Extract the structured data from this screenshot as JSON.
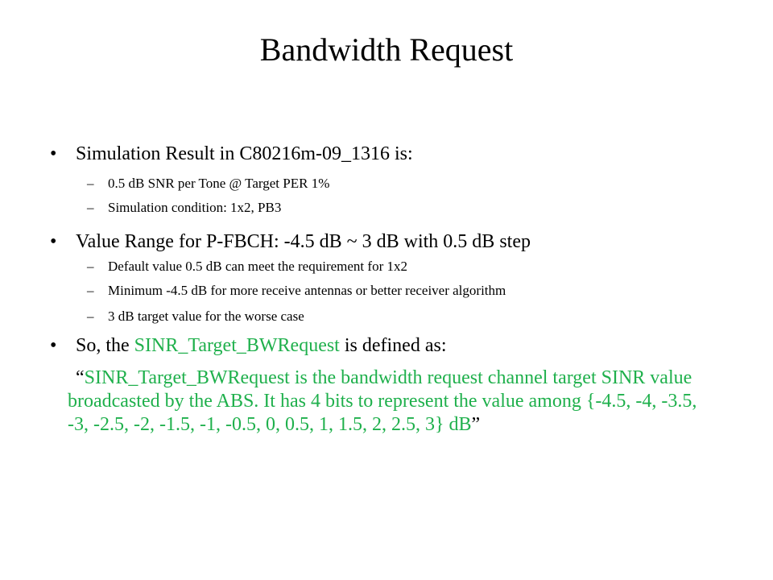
{
  "title": "Bandwidth Request",
  "bullets": [
    {
      "text": "Simulation Result in C80216m-09_1316 is:",
      "subs": [
        "0.5 dB SNR per Tone @ Target PER 1%",
        "Simulation condition: 1x2, PB3"
      ]
    },
    {
      "text": "Value Range for P-FBCH: -4.5 dB ~ 3 dB with 0.5 dB step",
      "subs": [
        "Default value 0.5 dB can meet the requirement for 1x2",
        "Minimum -4.5 dB for more receive antennas or better receiver algorithm",
        "3 dB target value for the worse case"
      ]
    },
    {
      "prefix": "So, the ",
      "highlight": "SINR_Target_BWRequest",
      "suffix": " is defined as:"
    }
  ],
  "quote": {
    "open": "“",
    "body": "SINR_Target_BWRequest is the bandwidth request channel target SINR value broadcasted by the ABS. It has 4 bits to represent the value among {-4.5, -4, -3.5, -3, -2.5, -2, -1.5, -1, -0.5, 0, 0.5, 1, 1.5, 2, 2.5, 3} dB",
    "close": "”"
  },
  "symbols": {
    "bullet": "•",
    "dash": "–"
  },
  "colors": {
    "highlight": "#1fb04c",
    "text": "#000000",
    "background": "#ffffff"
  }
}
